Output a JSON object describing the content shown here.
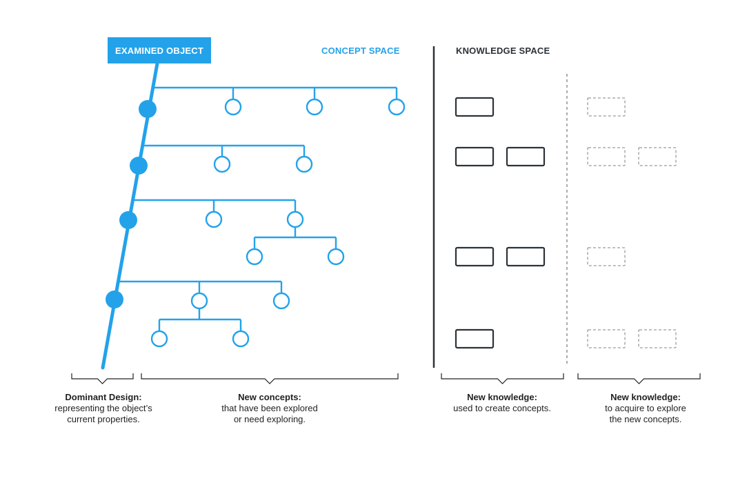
{
  "labels": {
    "examined_object": "EXAMINED OBJECT",
    "concept_space": "CONCEPT SPACE",
    "knowledge_space": "KNOWLEDGE SPACE"
  },
  "captions": {
    "dominant": {
      "title": "Dominant Design:",
      "desc": "representing the object’s\ncurrent properties."
    },
    "concepts": {
      "title": "New concepts:",
      "desc": "that have been explored\nor need exploring."
    },
    "knowledge_used": {
      "title": "New knowledge:",
      "desc": "used to create concepts."
    },
    "knowledge_acquire": {
      "title": "New knowledge:",
      "desc": "to acquire to explore\nthe new concepts."
    }
  },
  "colors": {
    "accent": "#23a2ea",
    "dark": "#2b3238",
    "dashed": "#9a9a9a"
  },
  "tree": {
    "levels": 4,
    "level_children": [
      3,
      2,
      2,
      2
    ],
    "sub_branches": [
      0,
      0,
      2,
      2
    ]
  },
  "knowledge": {
    "used_per_row": [
      1,
      2,
      2,
      1
    ],
    "acquire_per_row": [
      1,
      2,
      1,
      2
    ]
  }
}
